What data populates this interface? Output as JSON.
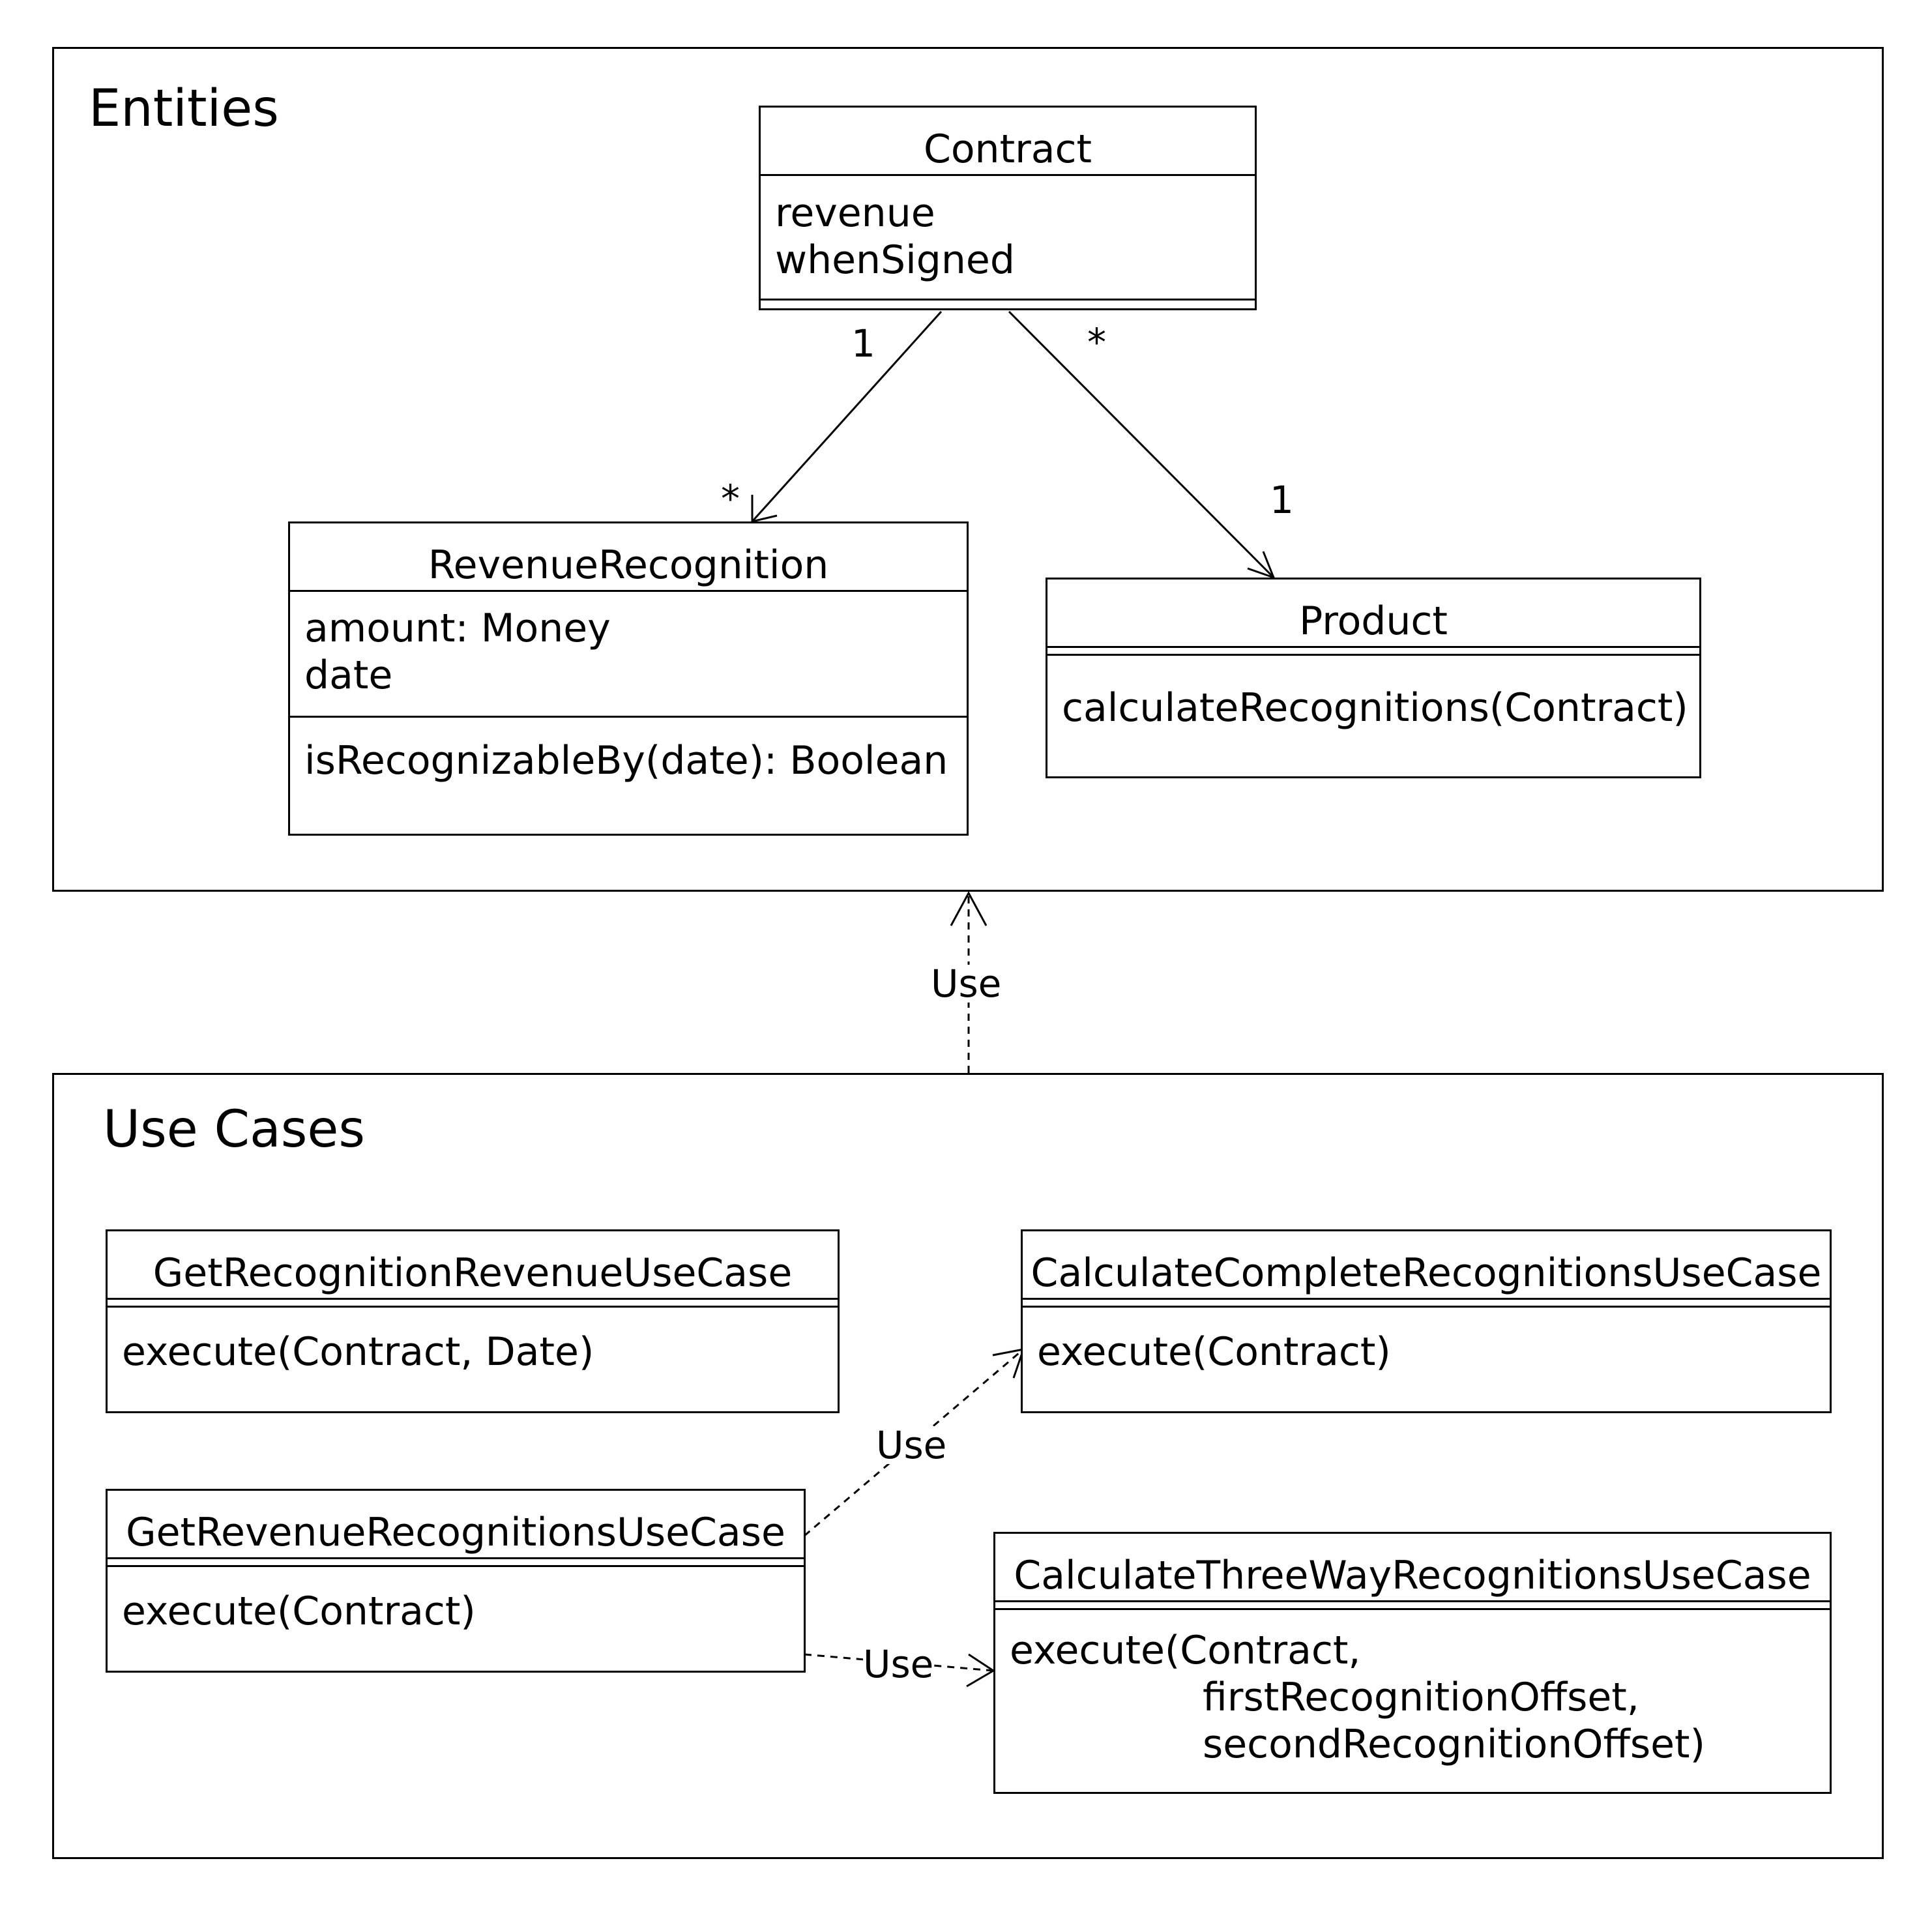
{
  "entities_package": {
    "title": "Entities",
    "contract": {
      "name": "Contract",
      "attributes": [
        "revenue",
        "whenSigned"
      ]
    },
    "revenue_recognition": {
      "name": "RevenueRecognition",
      "attributes": [
        "amount: Money",
        "date"
      ],
      "operations": [
        "isRecognizableBy(date): Boolean"
      ]
    },
    "product": {
      "name": "Product",
      "operations": [
        "calculateRecognitions(Contract)"
      ]
    },
    "assoc_contract_rr": {
      "source_mult": "1",
      "target_mult": "*"
    },
    "assoc_contract_product": {
      "source_mult": "*",
      "target_mult": "1"
    }
  },
  "package_dependency": {
    "label": "Use"
  },
  "use_cases_package": {
    "title": "Use Cases",
    "get_recognition_revenue": {
      "name": "GetRecognitionRevenueUseCase",
      "operations": [
        "execute(Contract, Date)"
      ]
    },
    "calculate_complete": {
      "name": "CalculateCompleteRecognitionsUseCase",
      "operations": [
        "execute(Contract)"
      ]
    },
    "get_revenue_recognitions": {
      "name": "GetRevenueRecognitionsUseCase",
      "operations": [
        "execute(Contract)"
      ]
    },
    "calculate_three_way": {
      "name": "CalculateThreeWayRecognitionsUseCase",
      "operations": [
        "execute(Contract,",
        "firstRecognitionOffset,",
        "secondRecognitionOffset)"
      ]
    },
    "dep_to_complete": {
      "label": "Use"
    },
    "dep_to_three_way": {
      "label": "Use"
    }
  }
}
